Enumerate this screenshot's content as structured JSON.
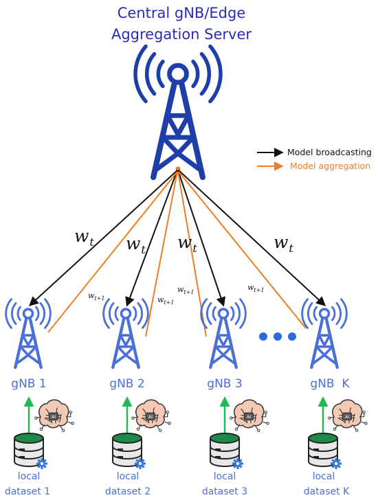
{
  "title": {
    "line1": "Central gNB/Edge",
    "line2": "Aggregation Server"
  },
  "legend": {
    "broadcast": {
      "label": "Model broadcasting",
      "color": "#111111"
    },
    "aggregate": {
      "label": "Model aggregation",
      "color": "#f07c22"
    }
  },
  "edges": {
    "broadcast_weight": {
      "symbol": "w",
      "sub": "t"
    },
    "aggregate_weight": {
      "symbol": "w",
      "sub": "t+1"
    }
  },
  "colors": {
    "server_tower": "#1f3fa8",
    "node_tower": "#4a6fd8",
    "upload_arrow": "#1db954",
    "database_top": "#1e8a4a",
    "database_body": "#e8e8e8"
  },
  "nodes": [
    {
      "name": "gNB 1",
      "dataset_line1": "local",
      "dataset_line2": "dataset 1"
    },
    {
      "name": "gNB 2",
      "dataset_line1": "local",
      "dataset_line2": "dataset 2"
    },
    {
      "name": "gNB 3",
      "dataset_line1": "local",
      "dataset_line2": "dataset 3"
    },
    {
      "name": "gNB  K",
      "dataset_line1": "local",
      "dataset_line2": "dataset K"
    }
  ],
  "icons": {
    "server": "antenna-tower-icon",
    "node": "antenna-tower-icon",
    "model": "ai-brain-icon",
    "dataset": "database-icon",
    "gear": "gear-icon",
    "ellipsis": "ellipsis-icon"
  }
}
